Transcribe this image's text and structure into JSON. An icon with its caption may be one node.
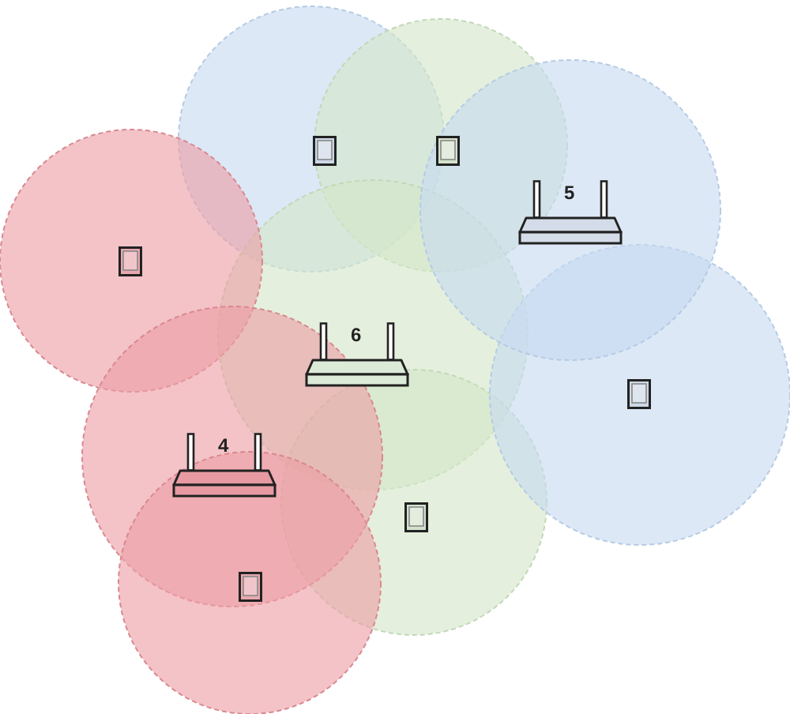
{
  "diagram": {
    "labels": [
      "5",
      "6",
      "4"
    ]
  }
}
